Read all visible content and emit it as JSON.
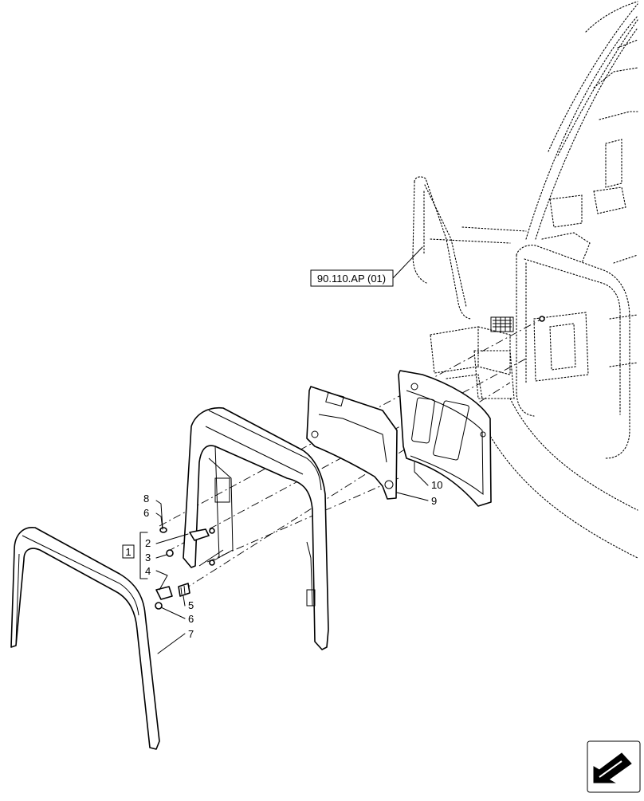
{
  "reference": {
    "label": "90.110.AP (01)"
  },
  "kit_bracket": {
    "label": "1"
  },
  "callouts": [
    {
      "id": "c2",
      "label": "2"
    },
    {
      "id": "c3",
      "label": "3"
    },
    {
      "id": "c4",
      "label": "4"
    },
    {
      "id": "c5",
      "label": "5"
    },
    {
      "id": "c6a",
      "label": "6"
    },
    {
      "id": "c6b",
      "label": "6"
    },
    {
      "id": "c7",
      "label": "7"
    },
    {
      "id": "c8",
      "label": "8"
    },
    {
      "id": "c9",
      "label": "9"
    },
    {
      "id": "c10",
      "label": "10"
    }
  ],
  "nav": {
    "icon": "arrow-icon"
  }
}
